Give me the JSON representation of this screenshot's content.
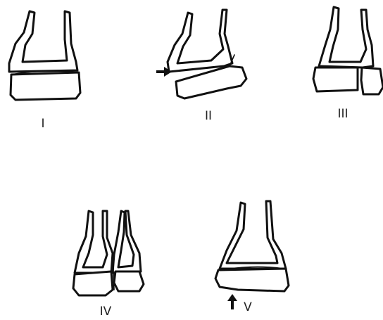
{
  "figure": {
    "panels": [
      {
        "id": "I",
        "label": "I"
      },
      {
        "id": "II",
        "label": "II",
        "marker": "arrow-right-icon"
      },
      {
        "id": "III",
        "label": "III"
      },
      {
        "id": "IV",
        "label": "IV"
      },
      {
        "id": "V",
        "label": "V",
        "marker": "arrow-up-icon"
      }
    ],
    "colors": {
      "ink": "#111111",
      "background": "#ffffff"
    }
  }
}
